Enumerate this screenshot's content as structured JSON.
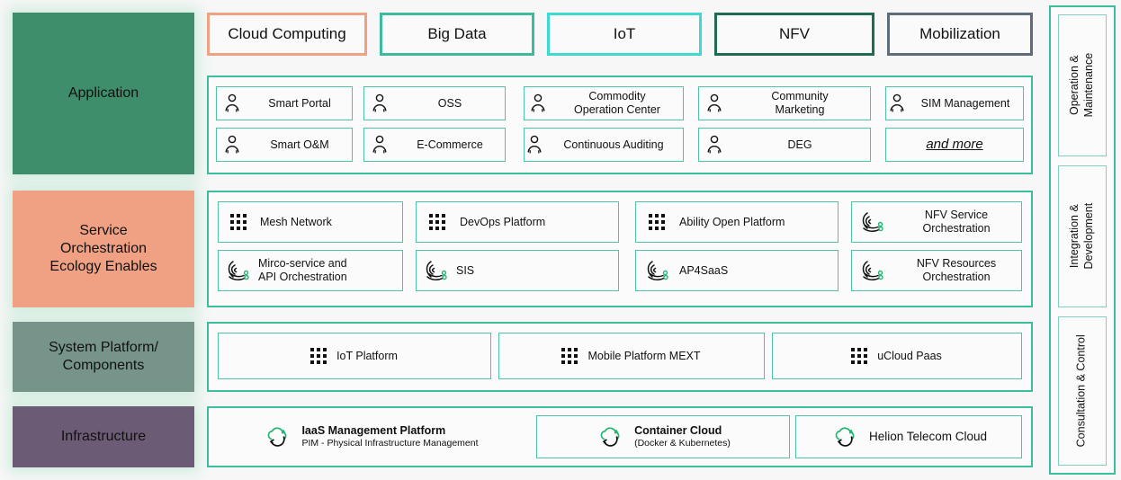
{
  "layers": [
    {
      "key": "application",
      "label": "Application",
      "color": "#3E8E6B"
    },
    {
      "key": "service",
      "label": "Service\nOrchestration\nEcology Enables",
      "line1": "Service",
      "line2": "Orchestration",
      "line3": "Ecology Enables",
      "color": "#F0A184"
    },
    {
      "key": "system",
      "label": "System Platform/\nComponents",
      "line1": "System Platform/",
      "line2": "Components",
      "color": "#769489"
    },
    {
      "key": "infrastructure",
      "label": "Infrastructure",
      "color": "#6C5B75"
    }
  ],
  "categories": [
    {
      "label": "Cloud Computing",
      "color": "#F0A184"
    },
    {
      "label": "Big Data",
      "color": "#3EBB9C"
    },
    {
      "label": "IoT",
      "color": "#3FD9D1"
    },
    {
      "label": "NFV",
      "color": "#1F6B52"
    },
    {
      "label": "Mobilization",
      "color": "#5E6B78"
    }
  ],
  "application_items": [
    {
      "label": "Smart Portal",
      "icon": "person-icon"
    },
    {
      "label": "OSS",
      "icon": "person-icon"
    },
    {
      "label": "Commodity\nOperation Center",
      "line1": "Commodity",
      "line2": "Operation Center",
      "icon": "person-icon"
    },
    {
      "label": "Community\nMarketing",
      "line1": "Community",
      "line2": "Marketing",
      "icon": "person-icon"
    },
    {
      "label": "SIM Management",
      "icon": "person-icon"
    },
    {
      "label": "Smart O&M",
      "icon": "person-icon"
    },
    {
      "label": "E-Commerce",
      "icon": "person-icon"
    },
    {
      "label": "Continuous Auditing",
      "icon": "person-icon"
    },
    {
      "label": "DEG",
      "icon": "person-icon"
    },
    {
      "label": "and more",
      "icon": "none"
    }
  ],
  "service_items": [
    {
      "label": "Mesh Network",
      "icon": "dot-grid-icon"
    },
    {
      "label": "DevOps Platform",
      "icon": "dot-grid-icon"
    },
    {
      "label": "Ability Open Platform",
      "icon": "dot-grid-icon"
    },
    {
      "label": "NFV Service\nOrchestration",
      "line1": "NFV Service",
      "line2": "Orchestration",
      "icon": "orchestration-icon"
    },
    {
      "label": "Mirco-service and\nAPI Orchestration",
      "line1": "Mirco-service and",
      "line2": "API Orchestration",
      "icon": "orchestration-icon"
    },
    {
      "label": "SIS",
      "icon": "orchestration-icon"
    },
    {
      "label": "AP4SaaS",
      "icon": "orchestration-icon"
    },
    {
      "label": "NFV Resources\nOrchestration",
      "line1": "NFV Resources",
      "line2": "Orchestration",
      "icon": "orchestration-icon"
    }
  ],
  "system_items": [
    {
      "label": "IoT Platform",
      "icon": "dot-grid-icon"
    },
    {
      "label": "Mobile Platform MEXT",
      "icon": "dot-grid-icon"
    },
    {
      "label": "uCloud Paas",
      "icon": "dot-grid-icon"
    }
  ],
  "infrastructure_items": [
    {
      "title": "IaaS Management Platform",
      "subtitle": "PIM - Physical Infrastructure Management",
      "icon": "cloud-sync-icon"
    },
    {
      "title": "Container Cloud",
      "subtitle": "(Docker & Kubernetes)",
      "icon": "cloud-sync-icon"
    },
    {
      "title": "Helion Telecom Cloud",
      "subtitle": "",
      "icon": "cloud-sync-icon"
    }
  ],
  "sidebar": [
    {
      "line1": "Operation &",
      "line2": "Maintenance"
    },
    {
      "line1": "Integration &",
      "line2": "Development"
    },
    {
      "line1": "Consultation & Control",
      "line2": ""
    }
  ],
  "colors": {
    "teal_border": "#3CBE9C",
    "card_border": "#4FC3A5",
    "icon_accent": "#21B573",
    "panel_bg": "#fbfbfb"
  }
}
